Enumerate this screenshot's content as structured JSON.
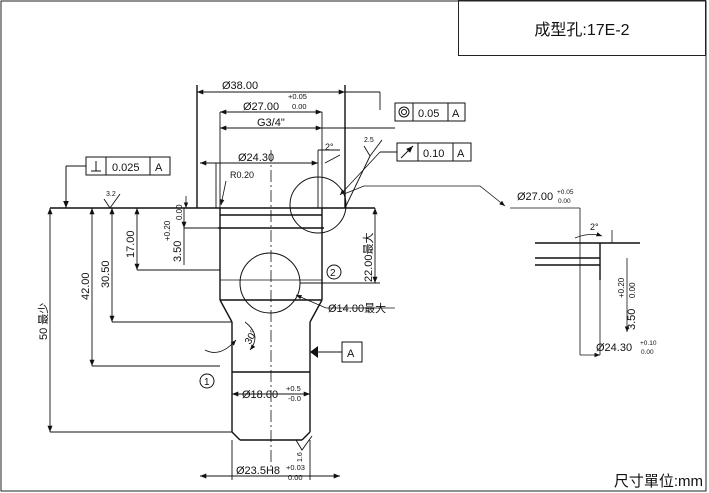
{
  "drawing": {
    "title": "成型孔:17E-2",
    "unit": "尺寸單位:mm"
  },
  "dims": {
    "d38": "Ø38.00",
    "d38_tol_up": "+0.05",
    "d38_tol_low": "0.00",
    "d27": "Ø27.00",
    "g34": "G3/4\"",
    "d24": "Ø24.30",
    "r020": "R0.20",
    "angle2": "2°",
    "rough25": "2.5",
    "rough32": "3.2",
    "rough16": "1.6",
    "h017": "17.00",
    "h_tol_up": "+0.20",
    "h_tol_low": "0.00",
    "h350": "3.50",
    "h3050": "30.50",
    "h4200": "42.00",
    "h50": "50 最少",
    "h22": "22.00最大",
    "d14": "Ø14.00最大",
    "angle30": "30°",
    "d18": "Ø18.00",
    "d18_tol_up": "+0.5",
    "d18_tol_low": "-0.0",
    "d235": "Ø23.5H8",
    "d235_tol_up": "+0.03",
    "d235_tol_low": "0.00",
    "circ1": "1",
    "circ2": "2",
    "datum": "A"
  },
  "fcf": {
    "concentric_val": "0.05",
    "runout_val": "0.10",
    "perp_val": "0.025",
    "datum": "A"
  },
  "detail": {
    "d27": "Ø27.00",
    "d27_tol_up": "+0.05",
    "d27_tol_low": "0.00",
    "angle2": "2°",
    "tol_up": "+0.20",
    "tol_low": "0.00",
    "h350": "3.50",
    "d24": "Ø24.30",
    "d24_tol_up": "+0.10",
    "d24_tol_low": "0.00"
  }
}
